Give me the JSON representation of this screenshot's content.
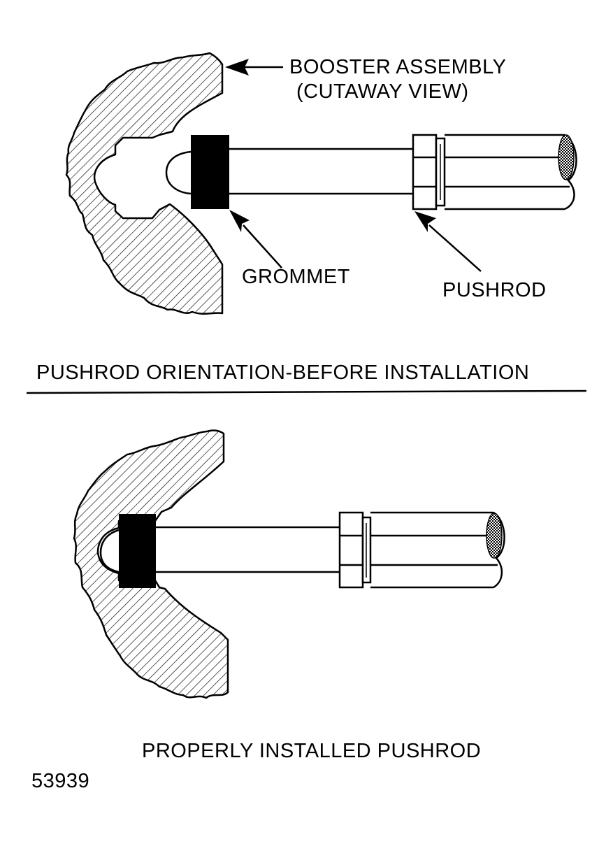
{
  "top_view": {
    "booster_label_line1": "BOOSTER ASSEMBLY",
    "booster_label_line2": "(CUTAWAY VIEW)",
    "grommet_label": "GROMMET",
    "pushrod_label": "PUSHROD",
    "caption": "PUSHROD ORIENTATION-BEFORE INSTALLATION"
  },
  "bottom_view": {
    "caption": "PROPERLY INSTALLED PUSHROD"
  },
  "figure_number": "53939",
  "colors": {
    "ink": "#000000",
    "background": "#ffffff"
  }
}
